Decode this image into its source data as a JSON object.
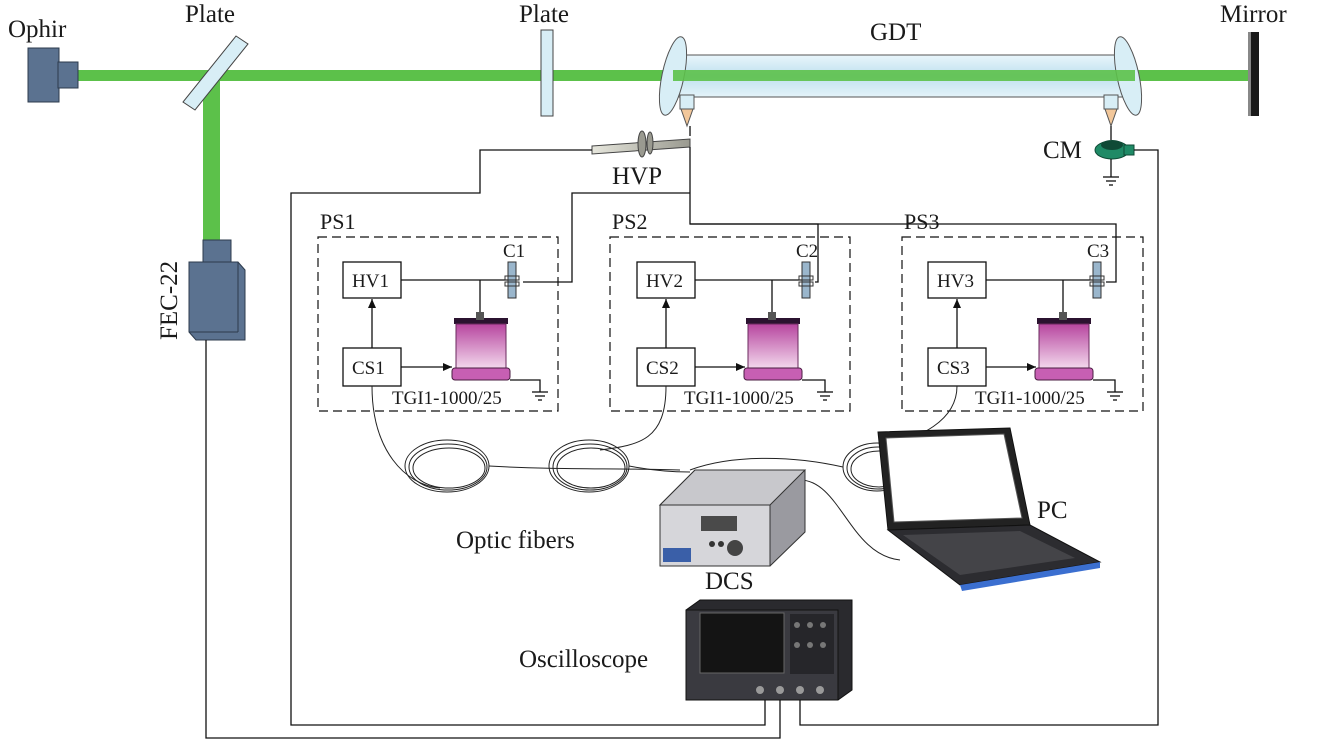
{
  "labels": {
    "ophir": "Ophir",
    "plate1": "Plate",
    "plate2": "Plate",
    "gdt": "GDT",
    "mirror": "Mirror",
    "hvp": "HVP",
    "cm": "CM",
    "fec": "FEC-22",
    "pc": "PC",
    "dcs": "DCS",
    "optic_fibers": "Optic fibers",
    "oscilloscope": "Oscilloscope"
  },
  "modules": [
    {
      "name": "PS1",
      "hv": "HV1",
      "cs": "CS1",
      "cap": "C1",
      "tgi": "TGI1-1000/25"
    },
    {
      "name": "PS2",
      "hv": "HV2",
      "cs": "CS2",
      "cap": "C2",
      "tgi": "TGI1-1000/25"
    },
    {
      "name": "PS3",
      "hv": "HV3",
      "cs": "CS3",
      "cap": "C3",
      "tgi": "TGI1-1000/25"
    }
  ],
  "colors": {
    "laser": "#5cc14a",
    "device_blue": "#5b7290",
    "tube": "#cfe9f4",
    "thyratron": "#c75fb3",
    "cm_green": "#1f8a66"
  }
}
